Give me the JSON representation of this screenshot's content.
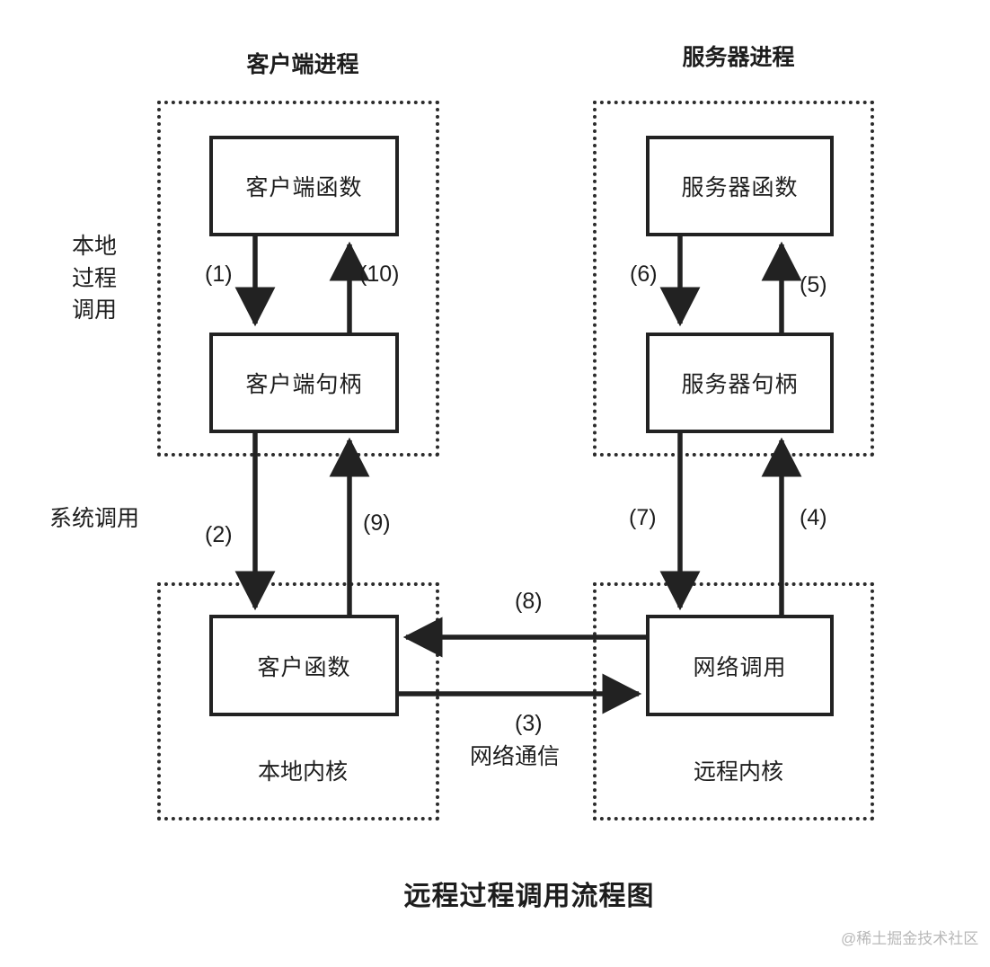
{
  "diagram": {
    "title": "远程过程调用流程图",
    "watermark": "@稀土掘金技术社区",
    "background": "#ffffff",
    "line_color": "#222222",
    "dotted_color": "#2b2b2b"
  },
  "process_titles": {
    "client": "客户端进程",
    "server": "服务器进程"
  },
  "side_labels": {
    "local_call": "本地\n过程\n调用",
    "system_call": "系统调用"
  },
  "nodes": {
    "client_function": "客户端函数",
    "client_stub": "客户端句柄",
    "server_function": "服务器函数",
    "server_stub": "服务器句柄",
    "client_kernel_fn": "客户函数",
    "network_call": "网络调用"
  },
  "region_labels": {
    "local_kernel": "本地内核",
    "remote_kernel": "远程内核",
    "network_comm": "网络通信"
  },
  "steps": {
    "s1": "(1)",
    "s2": "(2)",
    "s3": "(3)",
    "s4": "(4)",
    "s5": "(5)",
    "s6": "(6)",
    "s7": "(7)",
    "s8": "(8)",
    "s9": "(9)",
    "s10": "(10)"
  }
}
